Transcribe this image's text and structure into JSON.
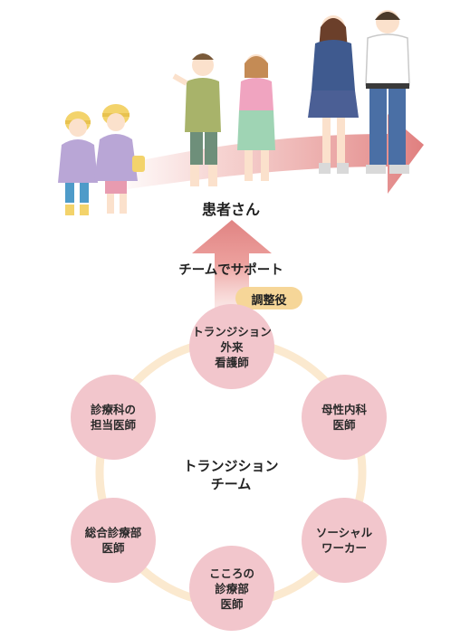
{
  "patient_label": "患者さん",
  "support_label": "チームでサポート",
  "coordinator_badge": "調整役",
  "team_label": "トランジション\nチーム",
  "nodes": [
    {
      "id": "transition-nurse",
      "label": "トランジション\n外来\n看護師"
    },
    {
      "id": "maternal-internal-medicine",
      "label": "母性内科\n医師"
    },
    {
      "id": "social-worker",
      "label": "ソーシャル\nワーカー"
    },
    {
      "id": "mental-health",
      "label": "こころの\n診療部\n医師"
    },
    {
      "id": "general-pediatrics",
      "label": "総合診療部\n医師"
    },
    {
      "id": "attending-physician",
      "label": "診療科の\n担当医師"
    }
  ],
  "colors": {
    "node_fill": "#f2c6cc",
    "ring": "#fbe9cf",
    "arrow": "#e38a8a",
    "badge": "#f6d698"
  }
}
